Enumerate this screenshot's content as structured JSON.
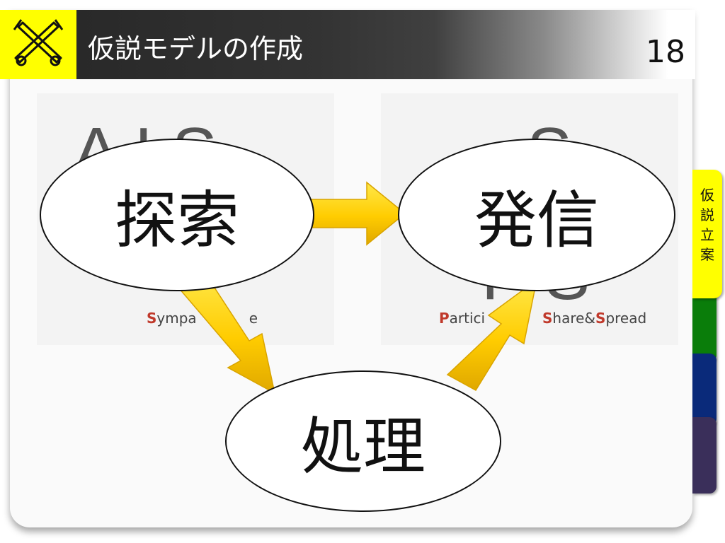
{
  "header": {
    "title": "仮説モデルの作成",
    "page_number": "18",
    "logo_icon": "crossed-tools-icon"
  },
  "background_model": {
    "left_letters": "A  I  S",
    "right_letters_top": "S",
    "right_letters_bottom": "P  S",
    "left_caption": {
      "initial": "S",
      "rest": "ympa",
      "tail": "e"
    },
    "right_caption_1": {
      "initial": "P",
      "rest": "artici"
    },
    "right_caption_2": {
      "s1": "S",
      "text1": "hare&",
      "s2": "S",
      "text2": "pread"
    }
  },
  "nodes": {
    "explore": "探索",
    "transmit": "発信",
    "process": "処理"
  },
  "side_tabs": {
    "active_label_chars": [
      "仮",
      "説",
      "立",
      "案"
    ],
    "colors": {
      "active": "#ffff00",
      "green": "#0a7d0a",
      "blue": "#0a2a7a",
      "purple": "#3a2f5a"
    }
  },
  "colors": {
    "arrow": "#ffd000",
    "header_dark": "#262626",
    "logo_bg": "#ffff00"
  }
}
